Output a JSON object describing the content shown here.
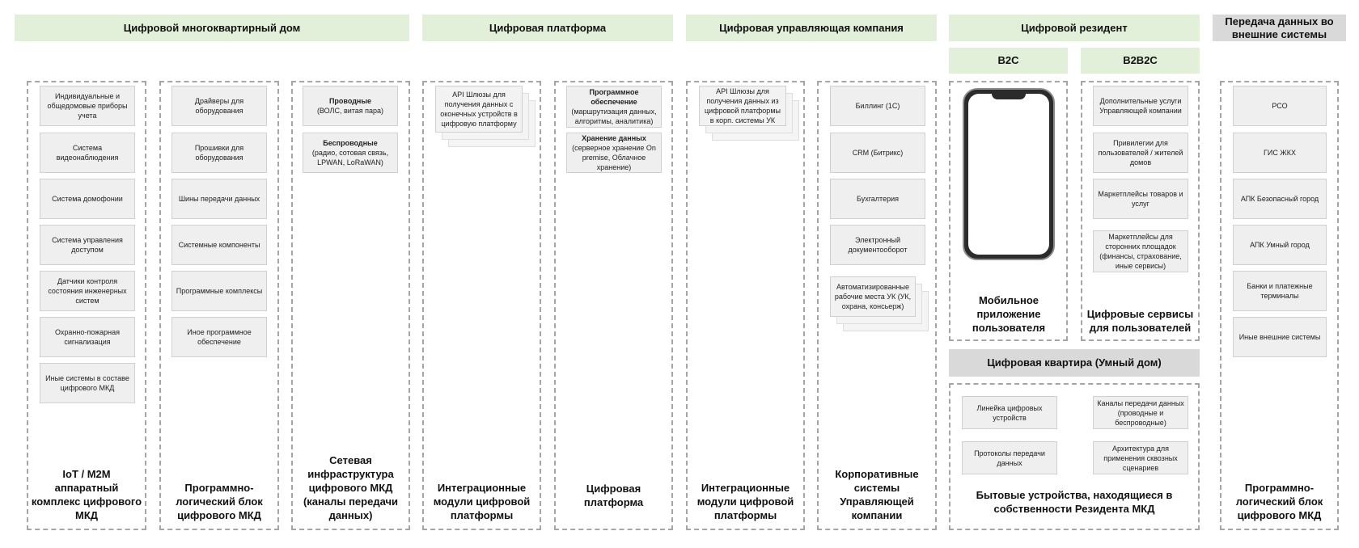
{
  "headers": {
    "digital_building": "Цифровой многоквартирный дом",
    "digital_platform": "Цифровая платформа",
    "digital_management": "Цифровая управляющая компания",
    "digital_resident": "Цифровой резидент",
    "external": "Передача данных во внешние системы",
    "b2c": "B2C",
    "b2b2c": "B2B2C",
    "smart_home": "Цифровая квартира (Умный дом)"
  },
  "iot": {
    "items": [
      "Индивидуальные и общедомовые приборы учета",
      "Система видеонаблюдения",
      "Система домофонии",
      "Система управления доступом",
      "Датчики контроля состояния инженерных систем",
      "Охранно-пожарная сигнализация",
      "Иные системы в составе цифрового МКД"
    ],
    "footer": "IoT / M2M аппаратный комплекс цифрового МКД"
  },
  "software_block": {
    "items": [
      "Драйверы для оборудования",
      "Прошивки для оборудования",
      "Шины передачи данных",
      "Системные компоненты",
      "Программные комплексы",
      "Иное программное обеспечение"
    ],
    "footer": "Программно-логический блок цифрового МКД"
  },
  "network": {
    "wired_title": "Проводные",
    "wired_text": "(ВОЛС, витая пара)",
    "wireless_title": "Беспроводные",
    "wireless_text": "(радио, сотовая связь, LPWAN, LoRaWAN)",
    "footer": "Сетевая инфраструктура цифрового МКД (каналы передачи данных)"
  },
  "integration_1": {
    "item": "API Шлюзы для получения данных с оконечных устройств в цифровую платформу",
    "footer": "Интеграционные модули цифровой платформы"
  },
  "platform": {
    "software_title": "Программное обеспечение",
    "software_text": "(маршрутизация данных, алгоритмы, аналитика)",
    "storage_title": "Хранение данных",
    "storage_text": "(серверное хранение On premise, Облачное хранение)",
    "footer": "Цифровая платформа"
  },
  "integration_2": {
    "item": "API Шлюзы для получения данных из цифровой платформы в корп. системы УК",
    "footer": "Интеграционные модули цифровой платформы"
  },
  "corporate": {
    "items": [
      "Биллинг (1С)",
      "CRM (Битрикс)",
      "Бухгалтерия",
      "Электронный документооборот",
      "Автоматизированные рабочие места УК (УК, охрана, консьерж)"
    ],
    "footer": "Корпоративные системы Управляющей компании"
  },
  "b2c": {
    "footer": "Мобильное приложение пользователя"
  },
  "b2b2c": {
    "items": [
      "Дополнительные услуги Управляющей компании",
      "Привилегии для пользователей / жителей домов",
      "Маркетплейсы товаров и услуг",
      "Маркетплейсы для сторонних площадок (финансы, страхование, иные сервисы)"
    ],
    "footer": "Цифровые сервисы для пользователей"
  },
  "smart_home": {
    "items": [
      "Линейка цифровых устройств",
      "Каналы передачи данных (проводные и беспроводные)",
      "Протоколы передачи данных",
      "Архитектура для применения сквозных сценариев"
    ],
    "footer": "Бытовые устройства, находящиеся в собственности Резидента МКД"
  },
  "external": {
    "items": [
      "РСО",
      "ГИС ЖКХ",
      "АПК Безопасный город",
      "АПК Умный город",
      "Банки и платежные терминалы",
      "Иные внешние системы"
    ],
    "footer": "Программно-логический блок цифрового МКД"
  }
}
